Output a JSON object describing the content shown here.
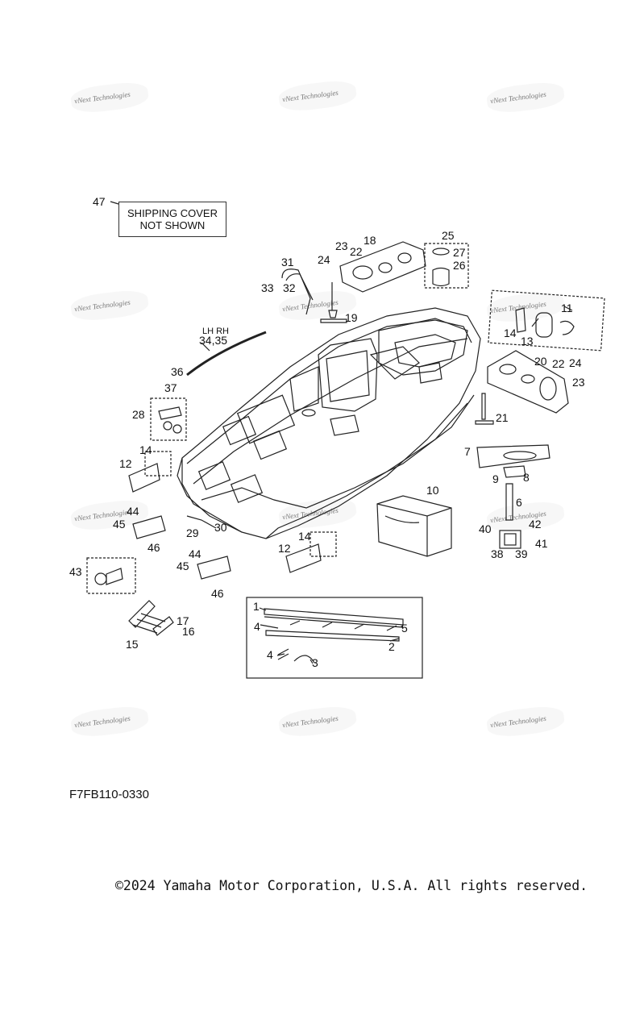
{
  "watermark_text": "vNext Technologies",
  "shipping_cover": {
    "line1": "SHIPPING COVER",
    "line2": "NOT SHOWN"
  },
  "side_label": "LH RH",
  "diagram_code": "F7FB110-0330",
  "copyright": "©2024 Yamaha Motor Corporation, U.S.A. All rights reserved.",
  "callouts": [
    "47",
    "23",
    "18",
    "24",
    "22",
    "25",
    "27",
    "26",
    "31",
    "33",
    "32",
    "19",
    "11",
    "14",
    "13",
    "34,35",
    "36",
    "37",
    "20",
    "22",
    "24",
    "23",
    "28",
    "21",
    "14",
    "12",
    "7",
    "9",
    "8",
    "10",
    "6",
    "44",
    "45",
    "29",
    "30",
    "14",
    "46",
    "42",
    "40",
    "41",
    "38",
    "39",
    "12",
    "44",
    "43",
    "45",
    "46",
    "1",
    "4",
    "5",
    "17",
    "16",
    "15",
    "2",
    "4",
    "3"
  ]
}
